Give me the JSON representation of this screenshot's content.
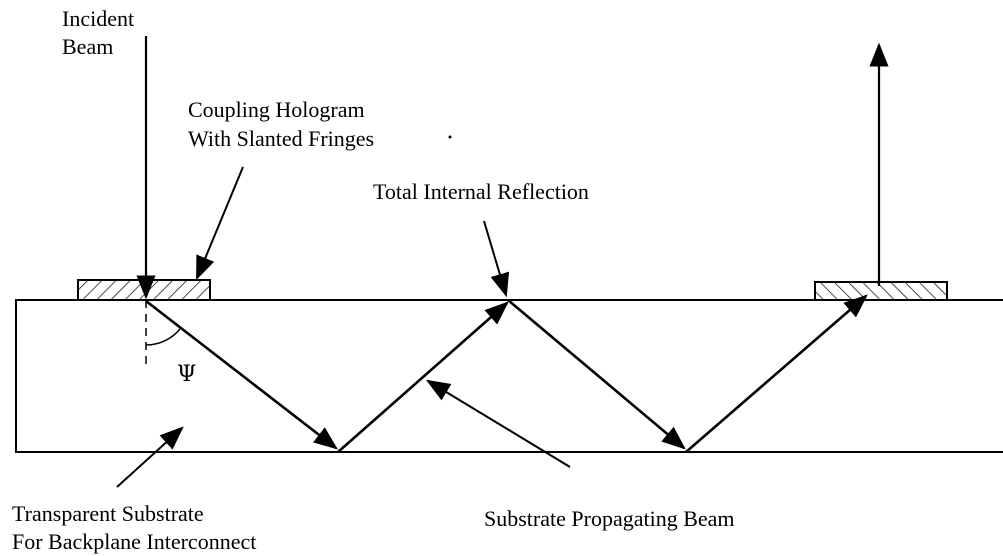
{
  "labels": {
    "incident_line1": "Incident",
    "incident_line2": "Beam",
    "hologram_line1": "Coupling Hologram",
    "hologram_line2": "With Slanted Fringes",
    "tir": "Total Internal Reflection",
    "angle_symbol": "Ψ",
    "substrate_line1": "Transparent Substrate",
    "substrate_line2": "For Backplane Interconnect",
    "propagating": "Substrate Propagating Beam"
  },
  "colors": {
    "stroke": "#000000",
    "background": "#ffffff"
  }
}
